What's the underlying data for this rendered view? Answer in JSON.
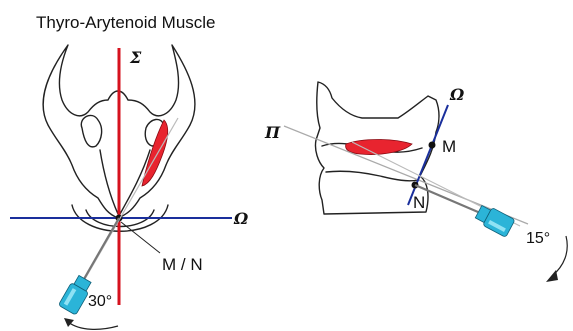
{
  "title": "Thyro-Arytenoid Muscle",
  "left_view": {
    "sigma_label": "Σ",
    "omega_label": "Ω",
    "point_label": "M / N",
    "angle_label": "30°"
  },
  "right_view": {
    "pi_label": "Π",
    "omega_label": "Ω",
    "m_label": "M",
    "n_label": "N",
    "angle_label": "15°"
  },
  "colors": {
    "muscle": "#e8242f",
    "sagittal_axis": "#d6121e",
    "horizontal_axis": "#1a2f9c",
    "needle_hub": "#2bb4d8",
    "outline": "#222222"
  }
}
